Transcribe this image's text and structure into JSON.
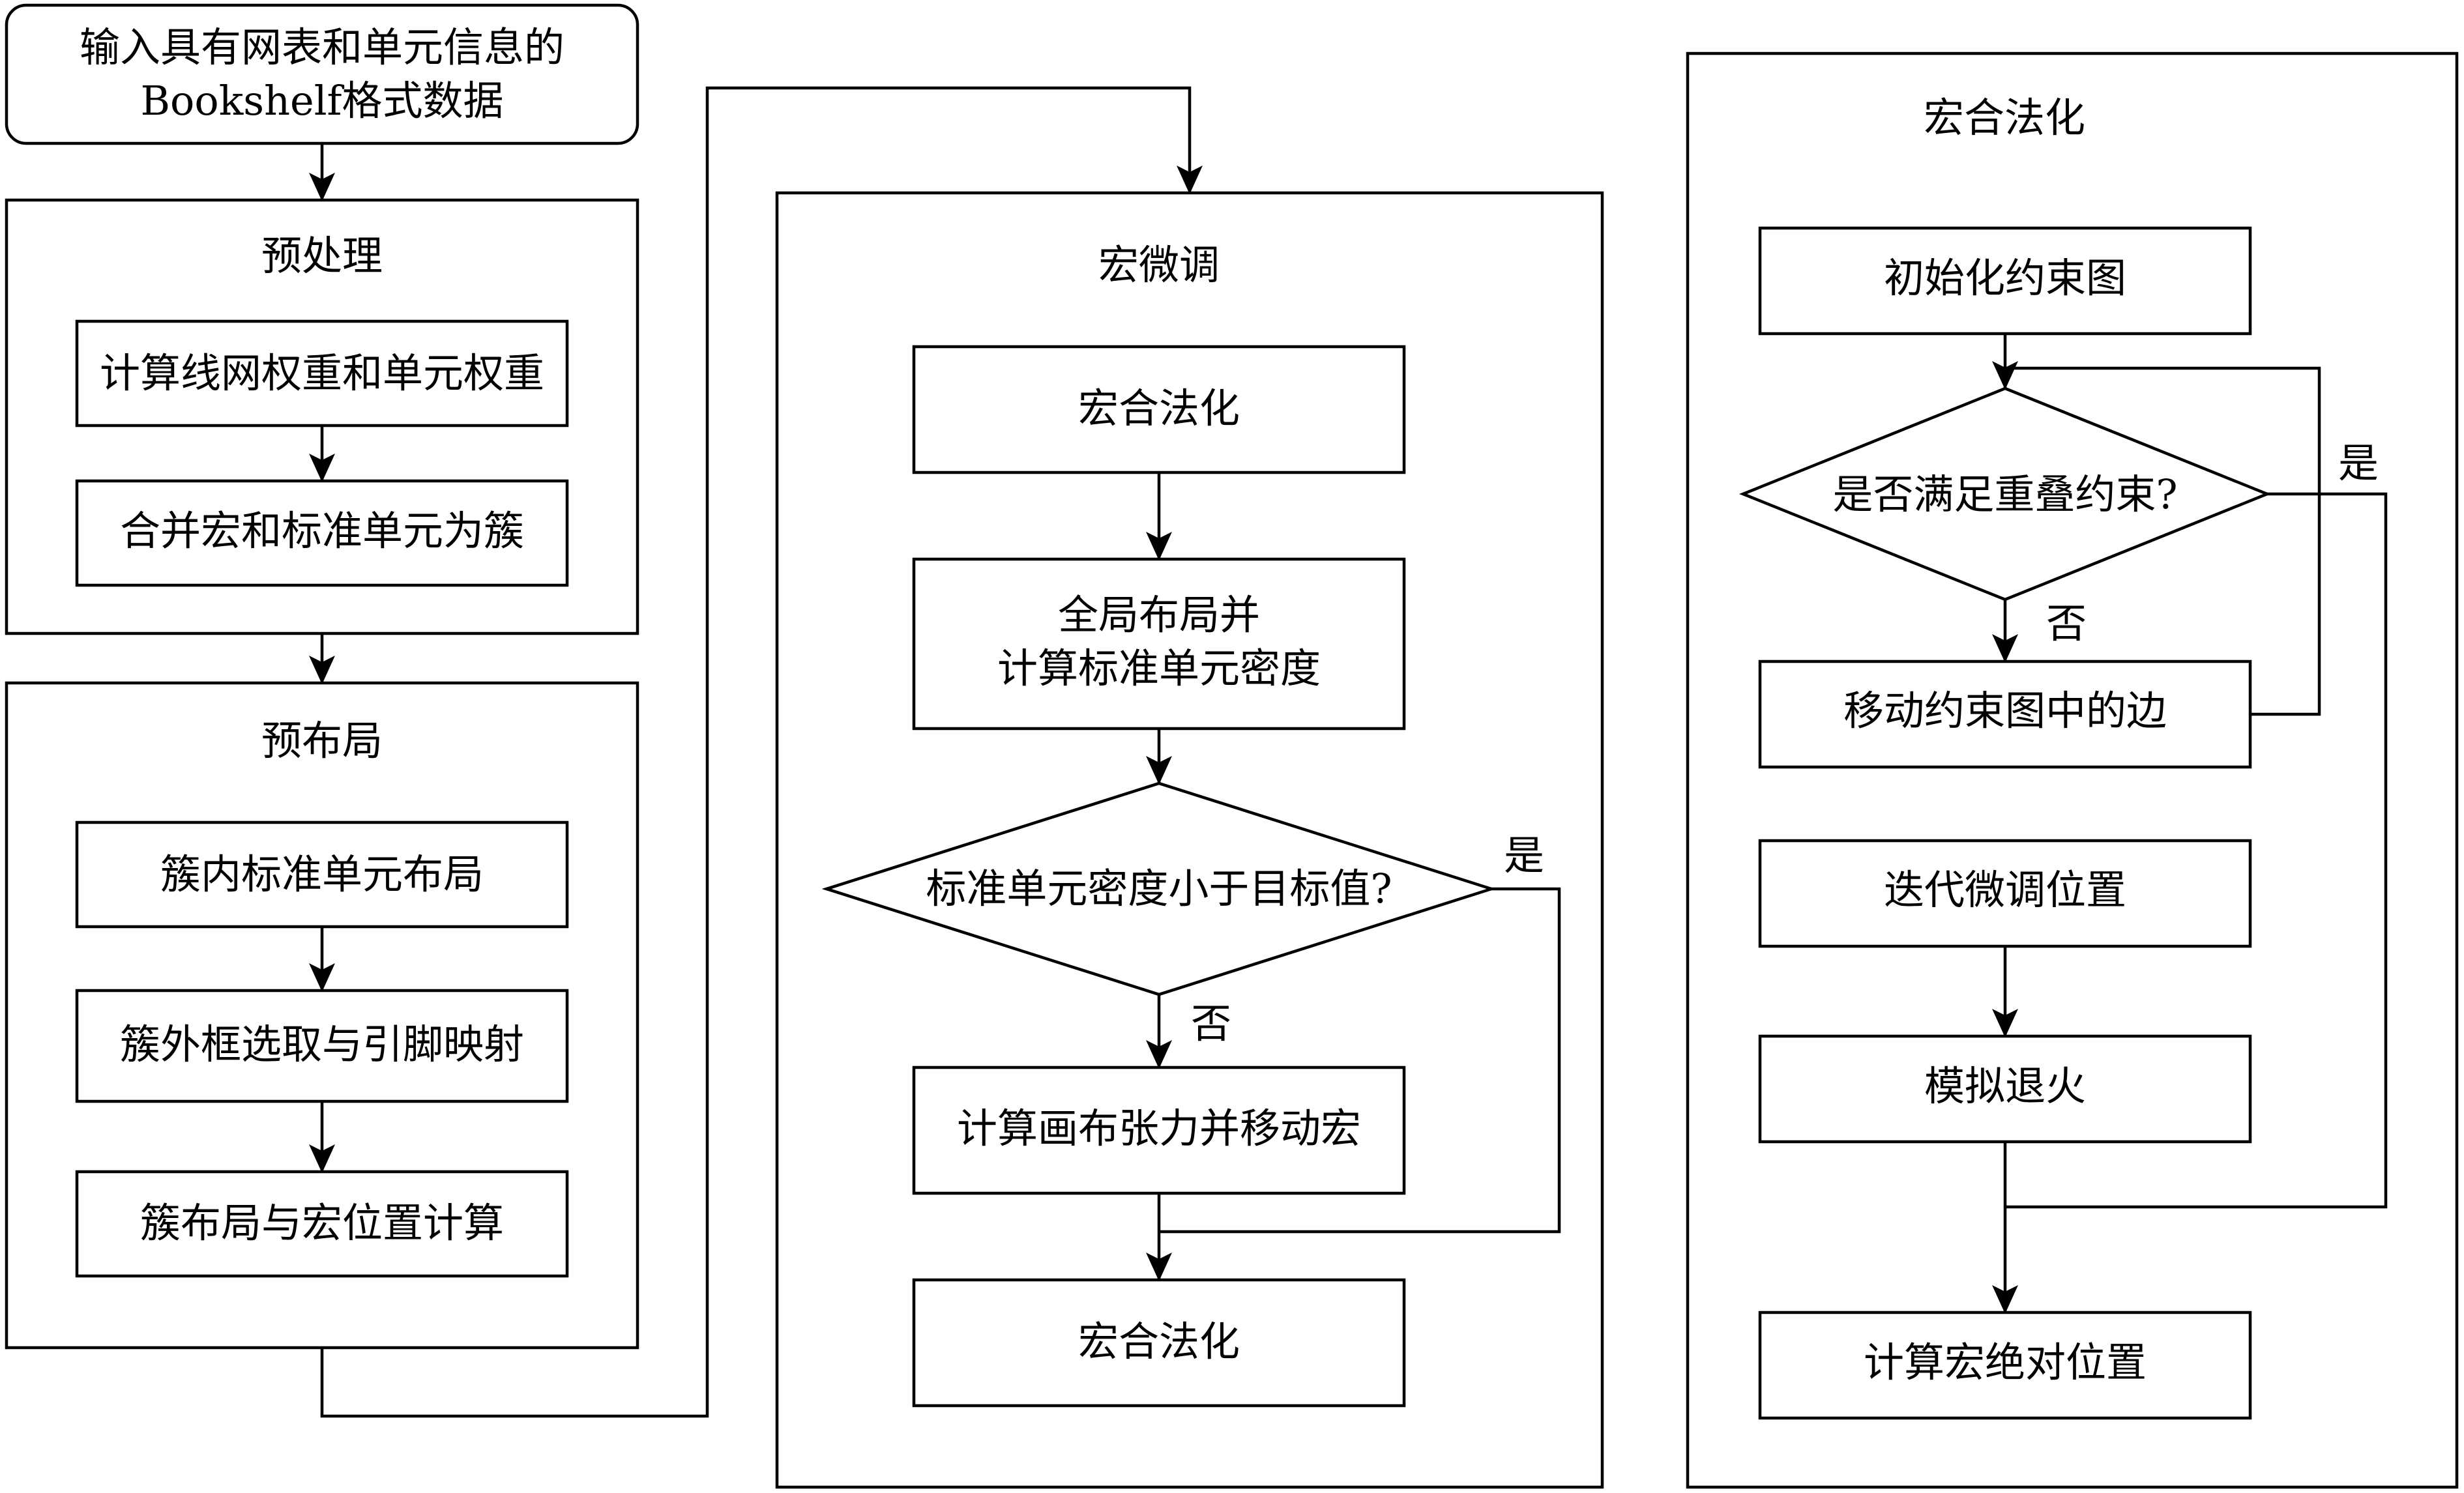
{
  "input": {
    "line1": "输入具有网表和单元信息的",
    "line2": "Bookshelf格式数据"
  },
  "preprocess": {
    "title": "预处理",
    "step1": "计算线网权重和单元权重",
    "step2": "合并宏和标准单元为簇"
  },
  "preplace": {
    "title": "预布局",
    "step1": "簇内标准单元布局",
    "step2": "簇外框选取与引脚映射",
    "step3": "簇布局与宏位置计算"
  },
  "refine": {
    "title": "宏微调",
    "step1": "宏合法化",
    "step2_line1": "全局布局并",
    "step2_line2": "计算标准单元密度",
    "decision": "标准单元密度小于目标值?",
    "yes": "是",
    "no": "否",
    "step3": "计算画布张力并移动宏",
    "step4": "宏合法化"
  },
  "legalize": {
    "title": "宏合法化",
    "step1": "初始化约束图",
    "decision": "是否满足重叠约束?",
    "yes": "是",
    "no": "否",
    "step2": "移动约束图中的边",
    "step3": "迭代微调位置",
    "step4": "模拟退火",
    "step5": "计算宏绝对位置"
  }
}
